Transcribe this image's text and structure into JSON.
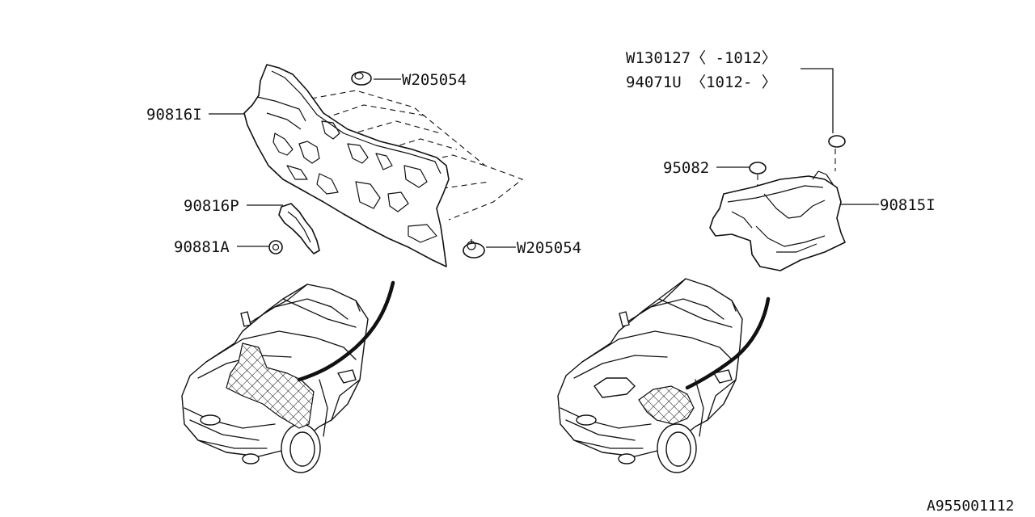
{
  "callouts": {
    "top_clip_left": "W205054",
    "dash_insulator_left": "90816I",
    "bracket_left": "90816P",
    "nut_left": "90881A",
    "bottom_clip_left": "W205054",
    "clip_right_upper": "W130127〈    -1012〉",
    "clip_right_lower": "94071U 〈1012-    〉",
    "grommet_right": "95082",
    "insulator_right": "90815I"
  },
  "diagram_id": "A955001112"
}
